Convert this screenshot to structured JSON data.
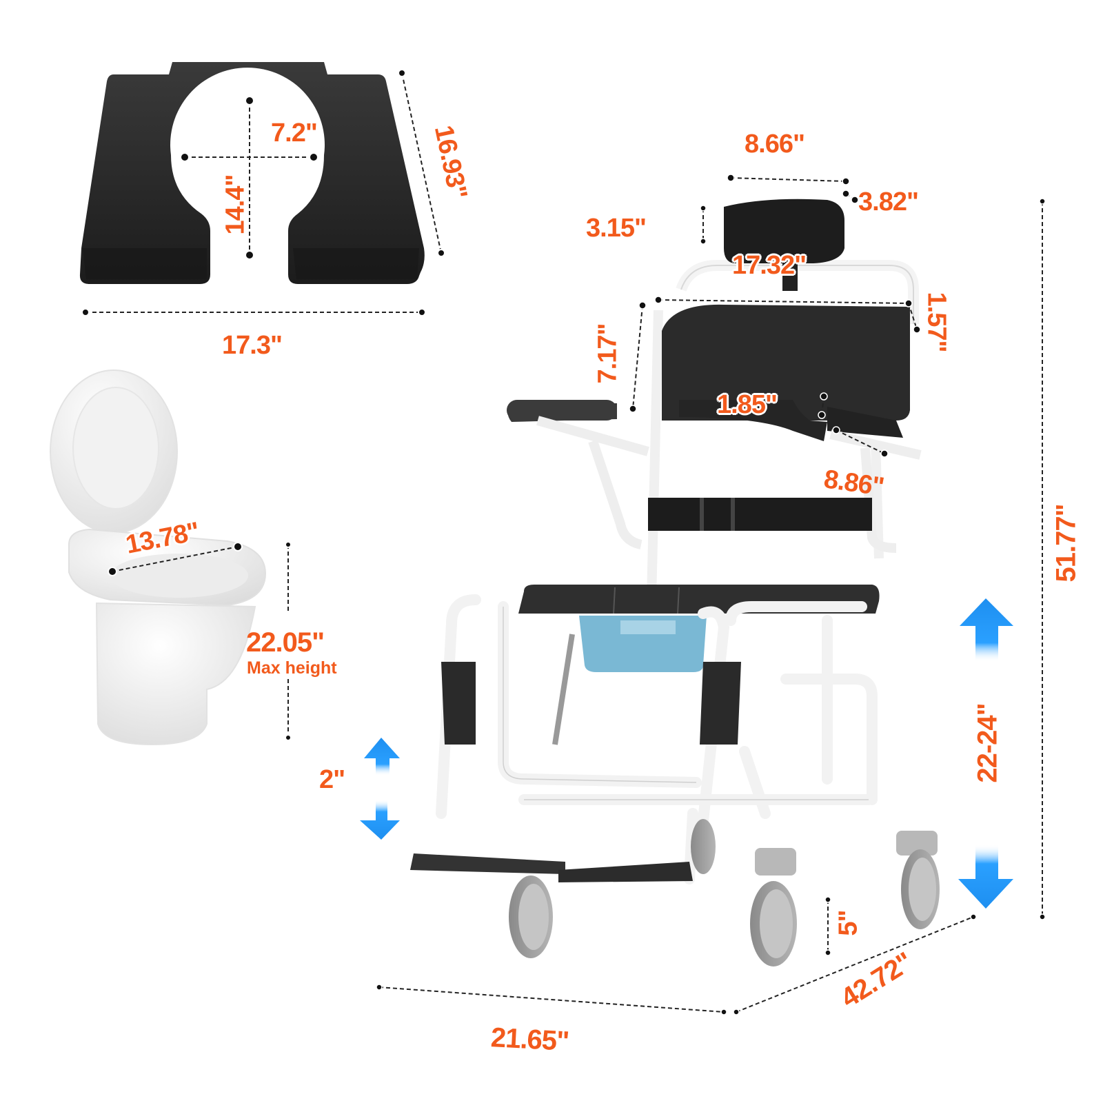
{
  "accent_color": "#f25a1c",
  "arrow_color": "#1e8ff0",
  "seat_cushion": {
    "width": "17.3\"",
    "depth": "16.93\"",
    "opening_width": "7.2\"",
    "opening_length": "14.4\""
  },
  "toilet": {
    "seat_width": "13.78\"",
    "height": "22.05\"",
    "height_note": "Max height"
  },
  "headrest": {
    "width": "8.66\"",
    "depth": "3.82\"",
    "height": "3.15\""
  },
  "backrest": {
    "width": "17.32\"",
    "height": "7.17\"",
    "thickness": "1.57\""
  },
  "armrest": {
    "thickness": "1.85\"",
    "length": "8.86\""
  },
  "overall": {
    "height": "51.77\"",
    "width": "21.65\"",
    "length": "42.72\"",
    "seat_height_range": "22-24\"",
    "wheel_size": "5\"",
    "footrest_adjust": "2\""
  }
}
